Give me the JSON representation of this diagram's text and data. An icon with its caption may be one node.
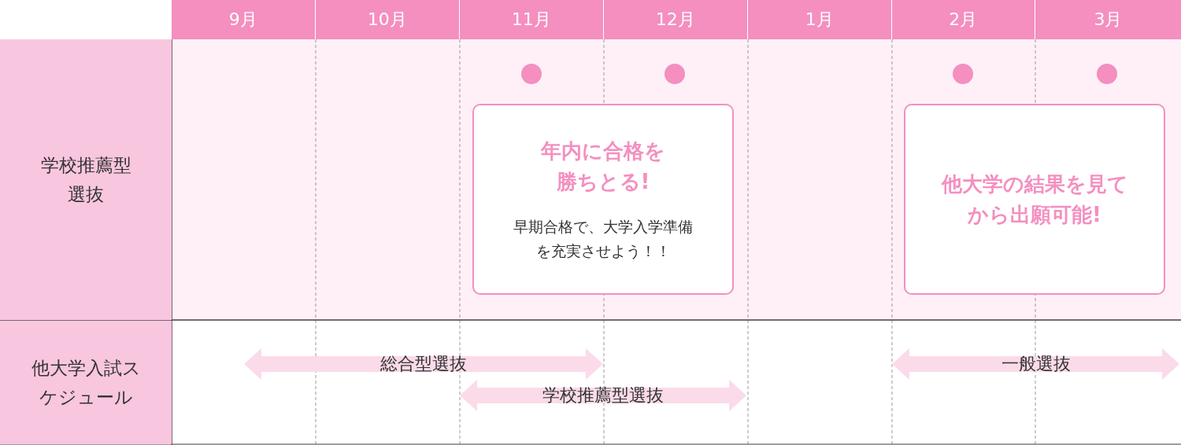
{
  "diagram": {
    "nodes": [
      {
        "text": [
          "9月"
        ]
      },
      {
        "text": [
          "10月"
        ]
      },
      {
        "text": [
          "11月"
        ]
      },
      {
        "text": [
          "12月"
        ]
      },
      {
        "text": [
          "1月"
        ]
      },
      {
        "text": [
          "2月"
        ]
      },
      {
        "text": [
          "3月"
        ]
      },
      {
        "text": [
          "学校推薦型選抜"
        ]
      },
      {
        "text": [
          "年内に合格を勝ちとる!",
          "早期合格で、大学入学準備を充実させよう！！"
        ]
      },
      {
        "text": [
          "他大学の結果を見てから出願可能!"
        ]
      },
      {
        "text": [
          "他大学入試スケジュール"
        ]
      },
      {
        "text": [
          "総合型選抜"
        ]
      },
      {
        "text": [
          "学校推薦型選抜"
        ]
      },
      {
        "text": [
          "一般選抜"
        ]
      }
    ]
  }
}
